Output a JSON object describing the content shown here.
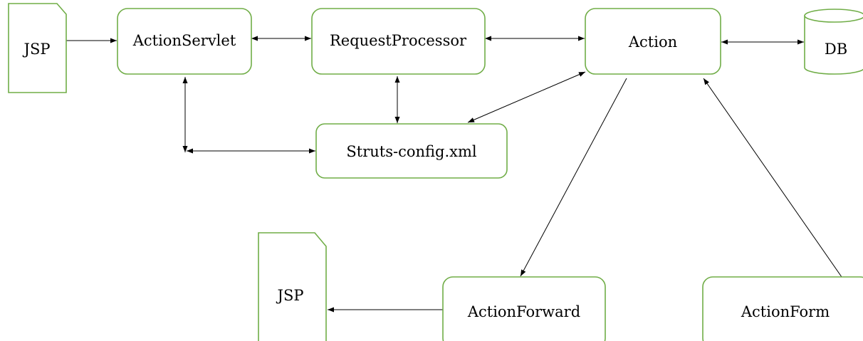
{
  "colors": {
    "node_border": "#70ad47",
    "connector": "#000000",
    "background": "#ffffff"
  },
  "nodes": {
    "jsp_top": {
      "label": "JSP",
      "shape": "document"
    },
    "action_servlet": {
      "label": "ActionServlet",
      "shape": "rounded-rect"
    },
    "request_processor": {
      "label": "RequestProcessor",
      "shape": "rounded-rect"
    },
    "action": {
      "label": "Action",
      "shape": "rounded-rect"
    },
    "db": {
      "label": "DB",
      "shape": "cylinder"
    },
    "struts_config": {
      "label": "Struts-config.xml",
      "shape": "rounded-rect"
    },
    "jsp_bottom": {
      "label": "JSP",
      "shape": "document"
    },
    "action_forward": {
      "label": "ActionForward",
      "shape": "rounded-rect"
    },
    "action_form": {
      "label": "ActionForm",
      "shape": "rounded-rect"
    }
  },
  "connections": [
    {
      "from": "jsp_top",
      "to": "action_servlet",
      "arrow": "forward"
    },
    {
      "from": "action_servlet",
      "to": "request_processor",
      "arrow": "both"
    },
    {
      "from": "request_processor",
      "to": "action",
      "arrow": "both"
    },
    {
      "from": "action",
      "to": "db",
      "arrow": "both"
    },
    {
      "from": "action_servlet",
      "to": "struts_config",
      "arrow": "both"
    },
    {
      "from": "request_processor",
      "to": "struts_config",
      "arrow": "both"
    },
    {
      "from": "struts_config",
      "to": "action",
      "arrow": "both"
    },
    {
      "from": "action",
      "to": "action_forward",
      "arrow": "forward"
    },
    {
      "from": "action_form",
      "to": "action",
      "arrow": "forward"
    },
    {
      "from": "action_forward",
      "to": "jsp_bottom",
      "arrow": "forward"
    }
  ]
}
